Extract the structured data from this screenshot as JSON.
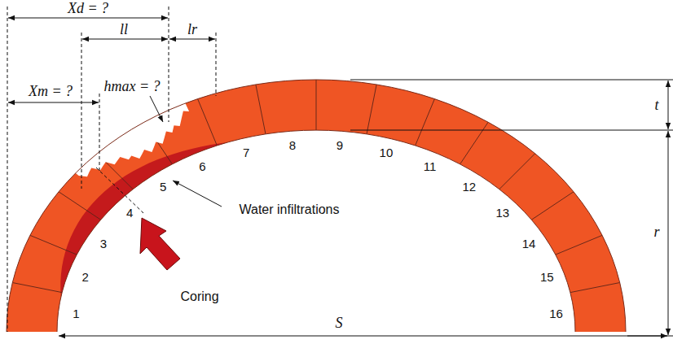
{
  "diagram": {
    "labels": [
      "Xd = ?",
      "ll",
      "lr",
      "hmax = ?",
      "Xm = ?",
      "t",
      "r",
      "S",
      "Water infiltrations",
      "Coring",
      "1",
      "2",
      "3",
      "4",
      "5",
      "6",
      "7",
      "8",
      "9",
      "10",
      "11",
      "12",
      "13",
      "14",
      "15",
      "16"
    ]
  }
}
